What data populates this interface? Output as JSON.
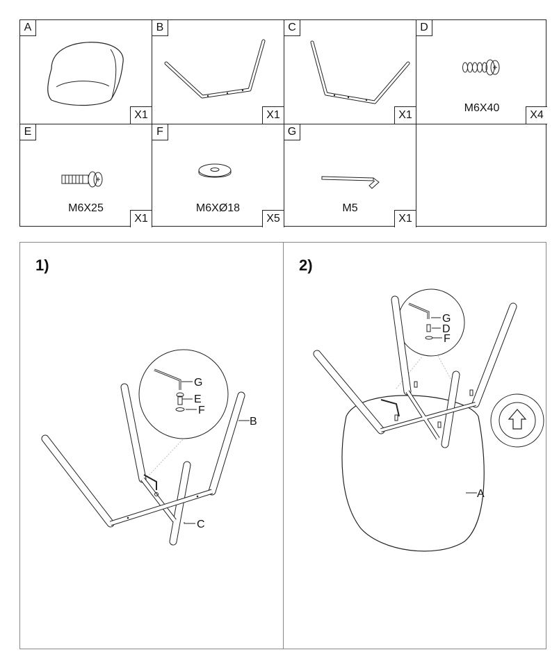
{
  "parts": [
    {
      "letter": "A",
      "qty": "X1",
      "spec": "",
      "icon": "chair-seat-icon"
    },
    {
      "letter": "B",
      "qty": "X1",
      "spec": "",
      "icon": "leg-frame-b-icon"
    },
    {
      "letter": "C",
      "qty": "X1",
      "spec": "",
      "icon": "leg-frame-c-icon"
    },
    {
      "letter": "D",
      "qty": "X4",
      "spec": "M6X40",
      "icon": "long-bolt-icon"
    },
    {
      "letter": "E",
      "qty": "X1",
      "spec": "M6X25",
      "icon": "short-bolt-icon"
    },
    {
      "letter": "F",
      "qty": "X5",
      "spec": "M6XØ18",
      "icon": "washer-icon"
    },
    {
      "letter": "G",
      "qty": "X1",
      "spec": "M5",
      "icon": "hex-key-icon"
    }
  ],
  "steps": [
    {
      "number": "1)",
      "callouts": {
        "g": "G",
        "e": "E",
        "f": "F",
        "b": "B",
        "c": "C"
      }
    },
    {
      "number": "2)",
      "callouts": {
        "g": "G",
        "d": "D",
        "f": "F",
        "a": "A"
      }
    }
  ]
}
